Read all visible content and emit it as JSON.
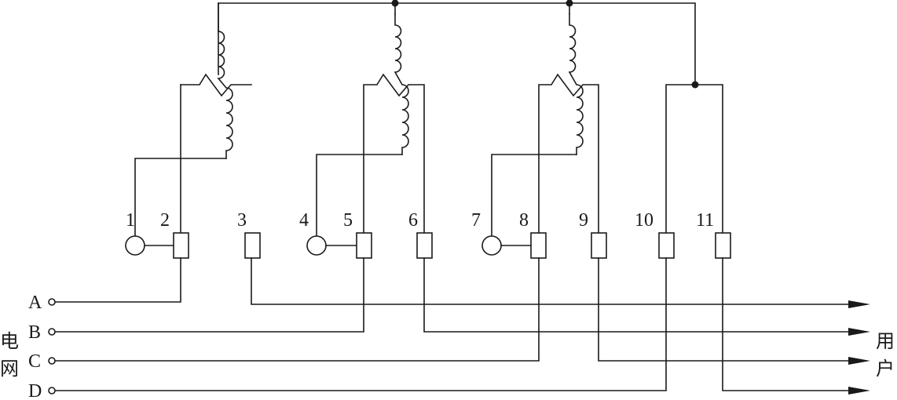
{
  "terminals": [
    "1",
    "2",
    "3",
    "4",
    "5",
    "6",
    "7",
    "8",
    "9",
    "10",
    "11"
  ],
  "grid_lines": [
    "A",
    "B",
    "C",
    "D"
  ],
  "left_label": [
    "电",
    "网"
  ],
  "right_label": [
    "用",
    "户"
  ]
}
